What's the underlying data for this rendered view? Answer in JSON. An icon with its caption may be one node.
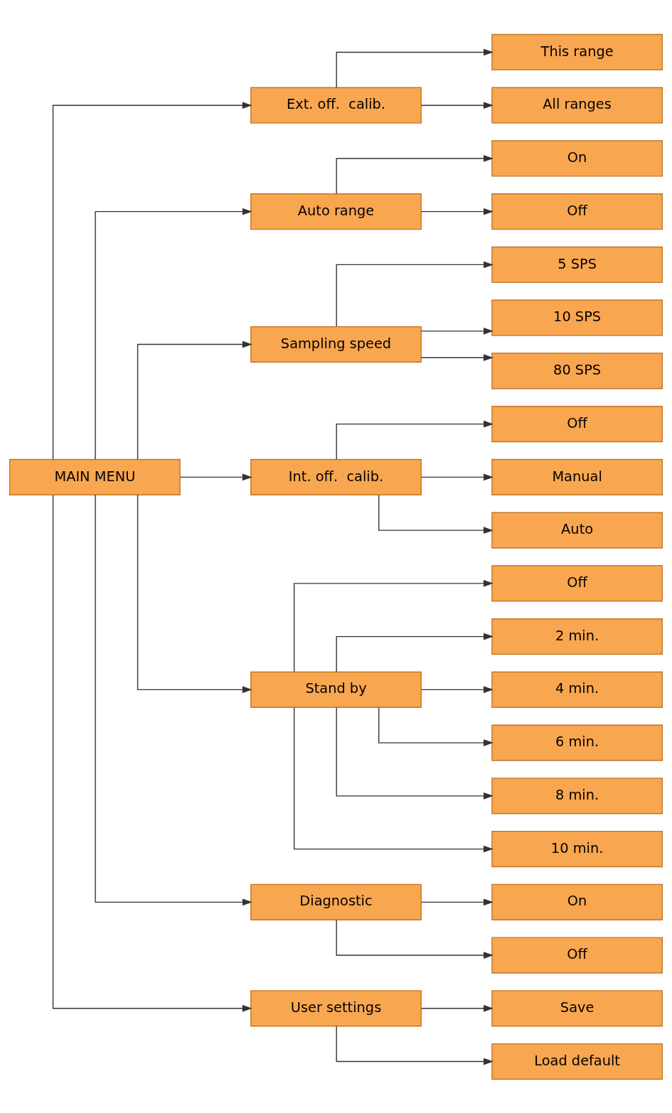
{
  "diagram": {
    "nodes": [
      {
        "text": [
          "MAIN MENU"
        ]
      },
      {
        "text": [
          "Ext. off.  calib."
        ]
      },
      {
        "text": [
          "This range"
        ]
      },
      {
        "text": [
          "All ranges"
        ]
      },
      {
        "text": [
          "Auto range"
        ]
      },
      {
        "text": [
          "On"
        ]
      },
      {
        "text": [
          "Off"
        ]
      },
      {
        "text": [
          "Sampling speed"
        ]
      },
      {
        "text": [
          "5 SPS"
        ]
      },
      {
        "text": [
          "10 SPS"
        ]
      },
      {
        "text": [
          "80 SPS"
        ]
      },
      {
        "text": [
          "Int. off.  calib."
        ]
      },
      {
        "text": [
          "Off"
        ]
      },
      {
        "text": [
          "Manual"
        ]
      },
      {
        "text": [
          "Auto"
        ]
      },
      {
        "text": [
          "Stand by"
        ]
      },
      {
        "text": [
          "Off"
        ]
      },
      {
        "text": [
          "2 min."
        ]
      },
      {
        "text": [
          "4 min."
        ]
      },
      {
        "text": [
          "6 min."
        ]
      },
      {
        "text": [
          "8 min."
        ]
      },
      {
        "text": [
          "10 min."
        ]
      },
      {
        "text": [
          "Diagnostic"
        ]
      },
      {
        "text": [
          "On"
        ]
      },
      {
        "text": [
          "Off"
        ]
      },
      {
        "text": [
          "User settings"
        ]
      },
      {
        "text": [
          "Save"
        ]
      },
      {
        "text": [
          "Load default"
        ]
      }
    ],
    "edges": [
      {
        "from": 0,
        "to": 1,
        "arrow": "to"
      },
      {
        "from": 1,
        "to": 2,
        "arrow": "to"
      },
      {
        "from": 1,
        "to": 3,
        "arrow": "to"
      },
      {
        "from": 0,
        "to": 4,
        "arrow": "to"
      },
      {
        "from": 4,
        "to": 5,
        "arrow": "to"
      },
      {
        "from": 4,
        "to": 6,
        "arrow": "to"
      },
      {
        "from": 0,
        "to": 7,
        "arrow": "to"
      },
      {
        "from": 7,
        "to": 8,
        "arrow": "to"
      },
      {
        "from": 7,
        "to": 9,
        "arrow": "to"
      },
      {
        "from": 7,
        "to": 10,
        "arrow": "to"
      },
      {
        "from": 0,
        "to": 11,
        "arrow": "to"
      },
      {
        "from": 11,
        "to": 12,
        "arrow": "to"
      },
      {
        "from": 11,
        "to": 13,
        "arrow": "to"
      },
      {
        "from": 11,
        "to": 14,
        "arrow": "to"
      },
      {
        "from": 0,
        "to": 15,
        "arrow": "to"
      },
      {
        "from": 15,
        "to": 16,
        "arrow": "to"
      },
      {
        "from": 15,
        "to": 17,
        "arrow": "to"
      },
      {
        "from": 15,
        "to": 18,
        "arrow": "to"
      },
      {
        "from": 15,
        "to": 19,
        "arrow": "to"
      },
      {
        "from": 15,
        "to": 20,
        "arrow": "to"
      },
      {
        "from": 15,
        "to": 21,
        "arrow": "to"
      },
      {
        "from": 0,
        "to": 22,
        "arrow": "to"
      },
      {
        "from": 22,
        "to": 23,
        "arrow": "to"
      },
      {
        "from": 22,
        "to": 24,
        "arrow": "to"
      },
      {
        "from": 0,
        "to": 25,
        "arrow": "to"
      },
      {
        "from": 25,
        "to": 26,
        "arrow": "to"
      },
      {
        "from": 25,
        "to": 27,
        "arrow": "to"
      }
    ]
  }
}
